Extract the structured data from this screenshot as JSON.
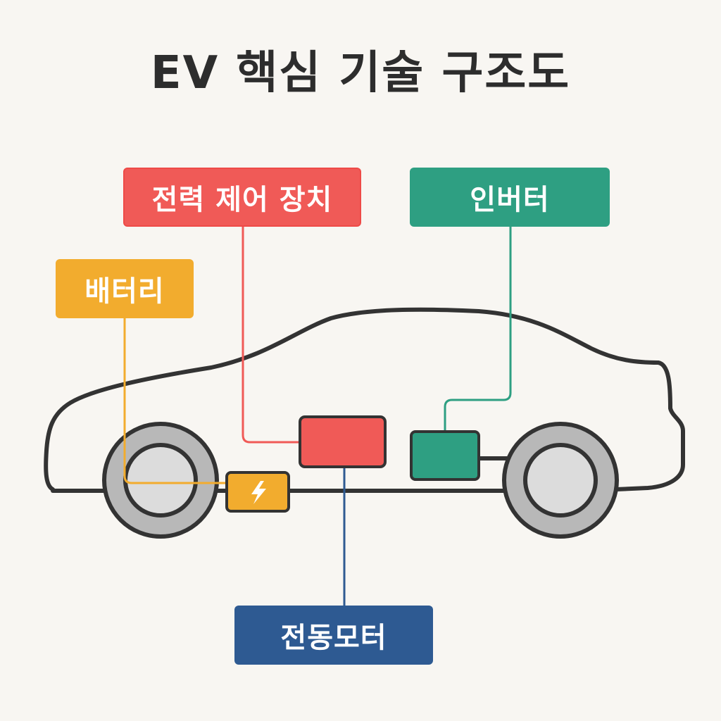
{
  "title": "EV 핵심 기술 구조도",
  "labels": {
    "power_control": "전력 제어 장치",
    "inverter": "인버터",
    "battery": "배터리",
    "motor": "전동모터"
  },
  "colors": {
    "power_control": "#f05a57",
    "inverter": "#2e9f82",
    "battery": "#f2ac2e",
    "motor": "#2e5a92",
    "car_outline": "#333333",
    "wheel_tire": "#b8b8b8",
    "wheel_hub": "#dcdcdc",
    "background": "#f8f6f2"
  },
  "icons": {
    "battery": "lightning-bolt-icon"
  }
}
